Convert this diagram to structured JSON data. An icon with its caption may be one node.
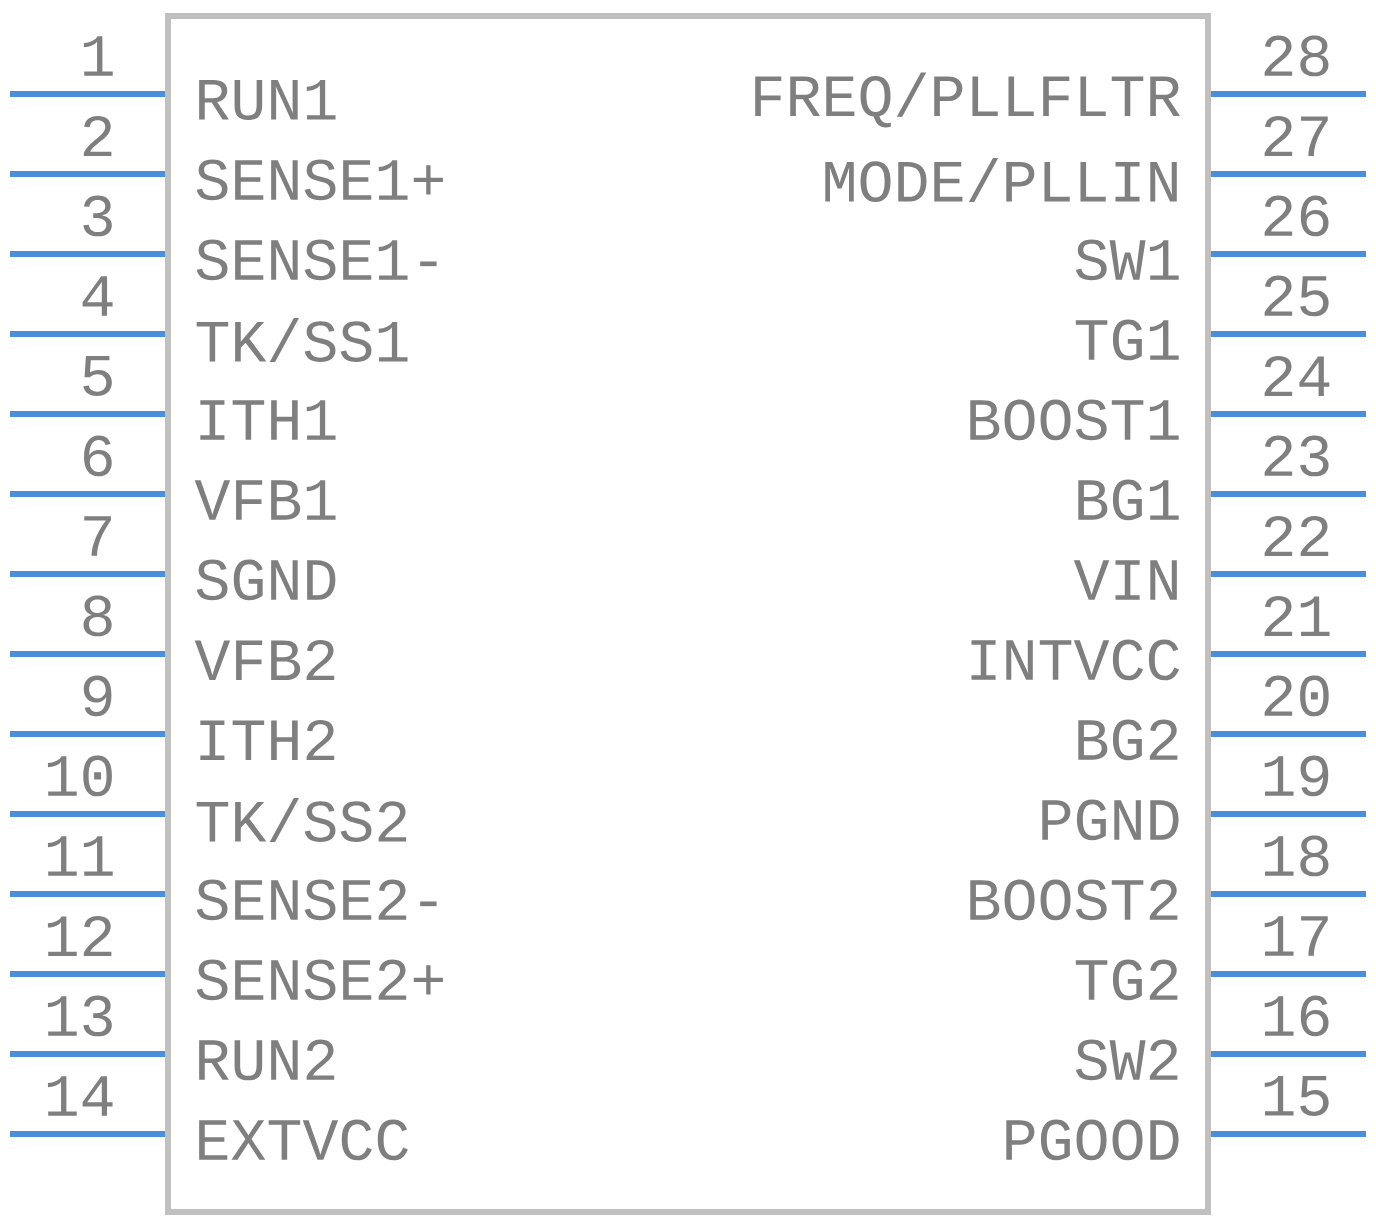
{
  "diagram": {
    "nodes": [
      {
        "text": [
          "RUN1",
          "FREQ/PLLFLTR",
          "SENSE1+",
          "MODE/PLLIN",
          "SENSE1-",
          "SW1",
          "TK/SS1",
          "TG1",
          "ITH1",
          "BOOST1",
          "VFB1",
          "BG1",
          "SGND",
          "VIN",
          "VFB2",
          "INTVCC",
          "ITH2",
          "BG2",
          "TK/SS2",
          "PGND",
          "SENSE2-",
          "BOOST2",
          "SENSE2+",
          "TG2",
          "RUN2",
          "SW2",
          "EXTVCC",
          "PGOOD"
        ]
      }
    ],
    "labels": [
      "1",
      "28",
      "2",
      "27",
      "3",
      "26",
      "4",
      "25",
      "5",
      "24",
      "6",
      "23",
      "7",
      "22",
      "8",
      "21",
      "9",
      "20",
      "10",
      "19",
      "11",
      "18",
      "12",
      "17",
      "13",
      "16",
      "14",
      "15"
    ]
  }
}
